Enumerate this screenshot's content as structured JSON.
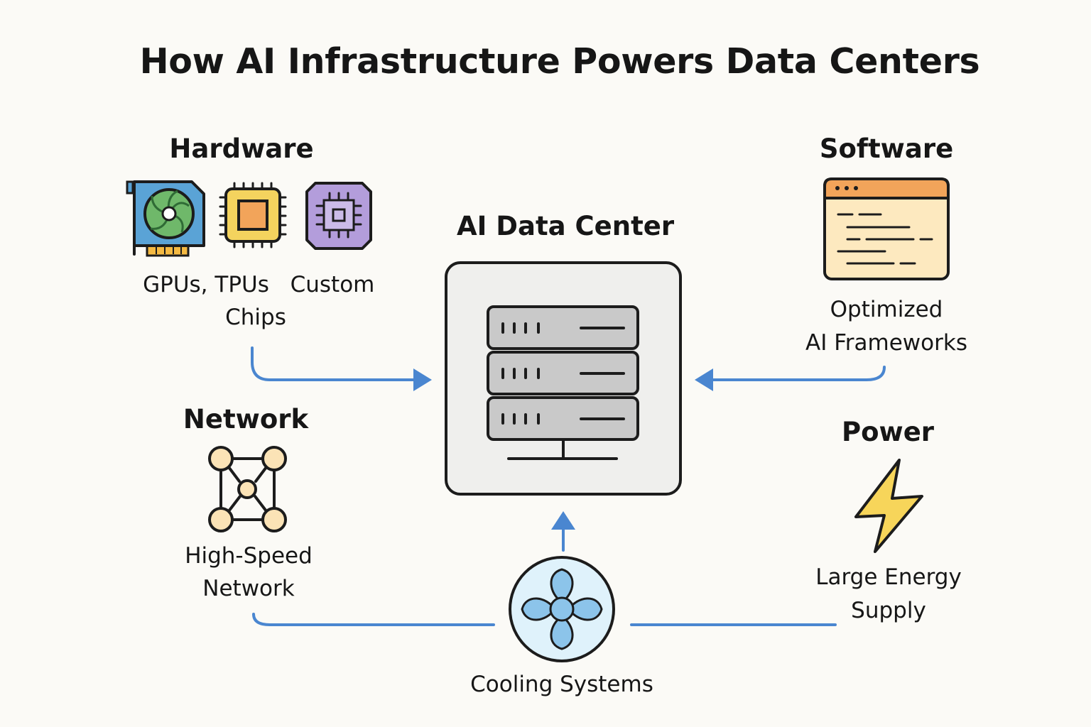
{
  "title": "How AI Infrastructure Powers Data Centers",
  "center": {
    "title": "AI Data Center",
    "icon": "server-rack-icon"
  },
  "hardware": {
    "title": "Hardware",
    "caption_gpus": "GPUs, TPUs",
    "caption_custom": "Custom",
    "caption_chips": "Chips",
    "icons": [
      "gpu-card-icon",
      "tpu-chip-icon",
      "custom-chip-icon"
    ]
  },
  "software": {
    "title": "Software",
    "caption_line1": "Optimized",
    "caption_line2": "AI Frameworks",
    "icon": "code-window-icon"
  },
  "network": {
    "title": "Network",
    "caption_line1": "High-Speed",
    "caption_line2": "Network",
    "icon": "network-graph-icon"
  },
  "power": {
    "title": "Power",
    "caption_line1": "Large Energy",
    "caption_line2": "Supply",
    "icon": "lightning-bolt-icon"
  },
  "cooling": {
    "caption": "Cooling Systems",
    "icon": "cooling-fan-icon"
  },
  "colors": {
    "arrow_blue": "#4a86d0",
    "outline": "#1c1c1c",
    "gpu_blue": "#5aa3d6",
    "gpu_green": "#6fb86a",
    "chip_yellow": "#f4d35e",
    "chip_orange": "#f2a45a",
    "chip_purple": "#b39ddb",
    "window_header": "#f2a45a",
    "window_body": "#fde9bf",
    "server_gray": "#c9c9c9",
    "panel_gray": "#efefed",
    "bolt_yellow": "#f7d55a",
    "fan_light": "#dff2fb",
    "fan_blade": "#8cc4ea"
  }
}
